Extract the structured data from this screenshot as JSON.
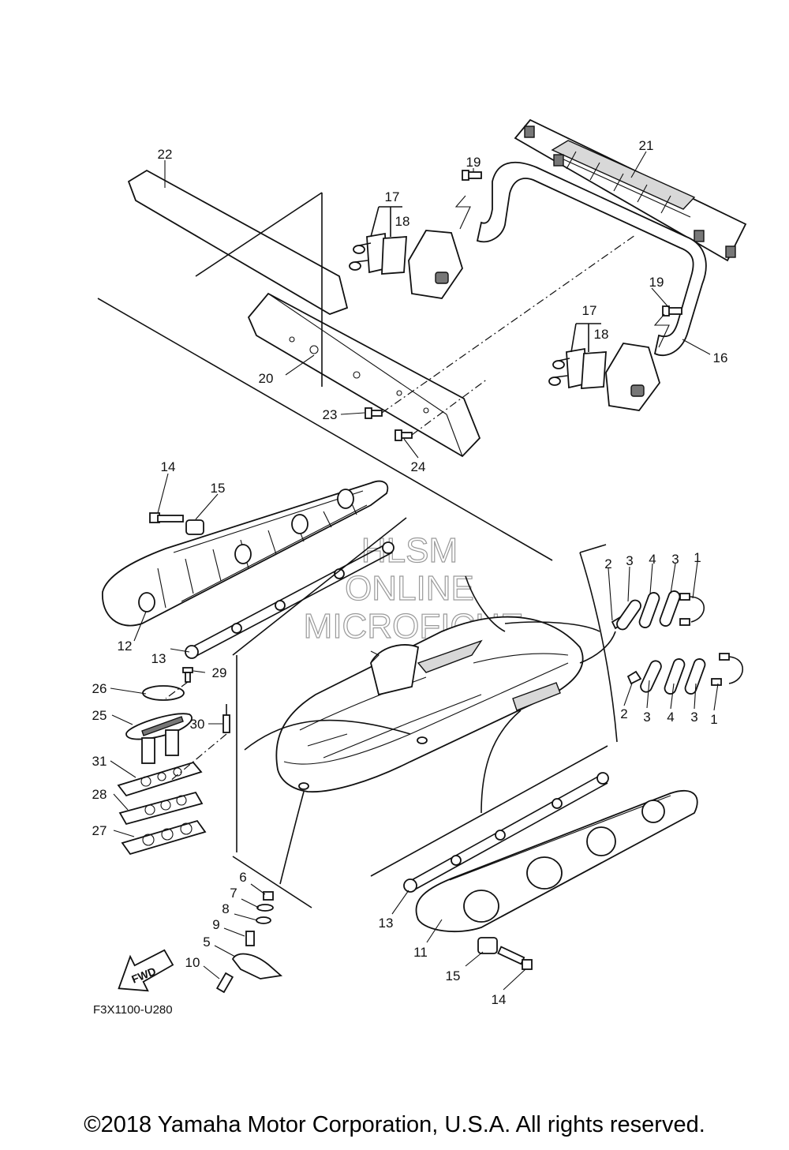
{
  "diagram": {
    "labels": {
      "p1a": "1",
      "p1b": "1",
      "p2a": "2",
      "p2b": "2",
      "p3a": "3",
      "p3b": "3",
      "p3c": "3",
      "p3d": "3",
      "p4a": "4",
      "p4b": "4",
      "p5": "5",
      "p6": "6",
      "p7": "7",
      "p8": "8",
      "p9": "9",
      "p10": "10",
      "p11": "11",
      "p12": "12",
      "p13a": "13",
      "p13b": "13",
      "p14a": "14",
      "p14b": "14",
      "p15a": "15",
      "p15b": "15",
      "p16": "16",
      "p17a": "17",
      "p17b": "17",
      "p18a": "18",
      "p18b": "18",
      "p19a": "19",
      "p19b": "19",
      "p20": "20",
      "p21": "21",
      "p22": "22",
      "p23": "23",
      "p24": "24",
      "p25": "25",
      "p26": "26",
      "p27": "27",
      "p28": "28",
      "p29": "29",
      "p30": "30",
      "p31": "31"
    },
    "fwd_arrow": "FWD",
    "figure_code": "F3X1100-U280",
    "watermark": [
      "HLSM",
      "ONLINE",
      "MICROFICHE"
    ]
  },
  "footer": {
    "copyright": "©2018 Yamaha Motor Corporation, U.S.A. All rights reserved."
  }
}
